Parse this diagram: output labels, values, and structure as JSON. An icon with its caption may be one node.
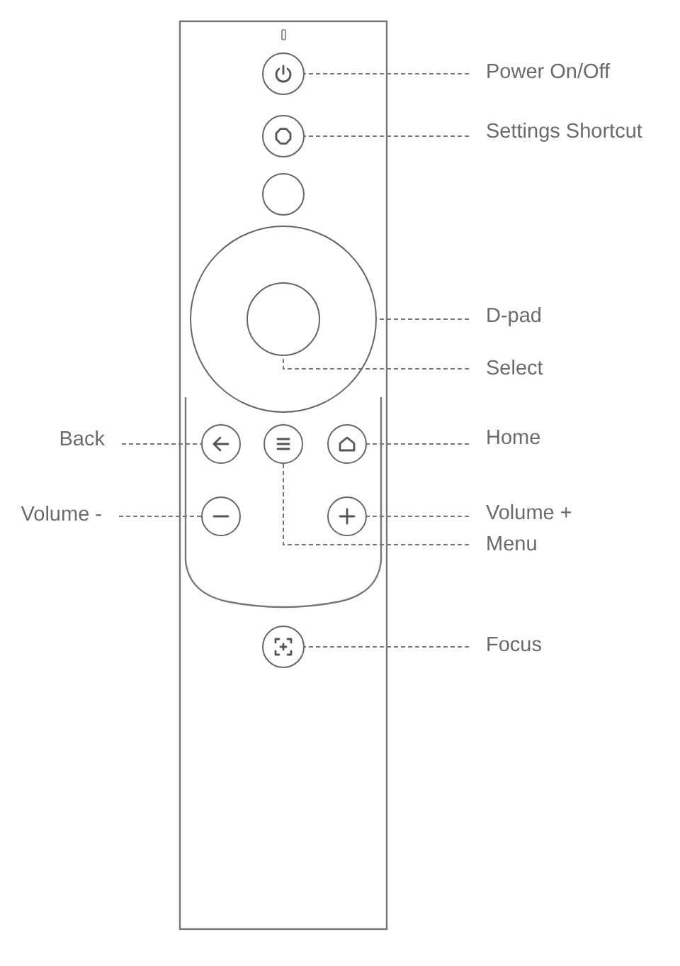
{
  "diagram": {
    "nodes": [
      {
        "text": [],
        "shape": "circle"
      },
      {
        "text": [
          "Power On/Off"
        ]
      },
      {
        "text": [],
        "shape": "circle"
      },
      {
        "text": [
          "Settings Shortcut"
        ]
      },
      {
        "text": [],
        "shape": "circle"
      },
      {
        "text": [],
        "shape": "circle"
      },
      {
        "text": [
          "D-pad"
        ]
      },
      {
        "text": [],
        "shape": "circle",
        "in": 5
      },
      {
        "text": [
          "Select"
        ]
      },
      {
        "text": [
          "Back"
        ]
      },
      {
        "text": [],
        "shape": "circle"
      },
      {
        "text": [],
        "shape": "circle"
      },
      {
        "text": [],
        "shape": "circle"
      },
      {
        "text": [
          "Home"
        ]
      },
      {
        "text": [
          "Volume -"
        ]
      },
      {
        "text": [],
        "shape": "circle"
      },
      {
        "text": [],
        "shape": "circle"
      },
      {
        "text": [
          "Volume +"
        ]
      },
      {
        "text": [
          "Menu"
        ]
      },
      {
        "text": [],
        "shape": "circle"
      },
      {
        "text": [
          "Focus"
        ]
      }
    ],
    "edges": [
      {
        "from": 1,
        "to": 0,
        "arrow": "none",
        "style": "dashed"
      },
      {
        "from": 3,
        "to": 2,
        "arrow": "none",
        "style": "dashed"
      },
      {
        "from": 6,
        "to": 5,
        "arrow": "none",
        "style": "dashed"
      },
      {
        "from": 8,
        "to": 7,
        "arrow": "none",
        "style": "dashed"
      },
      {
        "from": 9,
        "to": 10,
        "arrow": "none",
        "style": "dashed"
      },
      {
        "from": 13,
        "to": 12,
        "arrow": "none",
        "style": "dashed"
      },
      {
        "from": 14,
        "to": 15,
        "arrow": "none",
        "style": "dashed"
      },
      {
        "from": 17,
        "to": 16,
        "arrow": "none",
        "style": "dashed"
      },
      {
        "from": 18,
        "to": 11,
        "arrow": "none",
        "style": "dashed"
      },
      {
        "from": 20,
        "to": 19,
        "arrow": "none",
        "style": "dashed"
      }
    ]
  }
}
